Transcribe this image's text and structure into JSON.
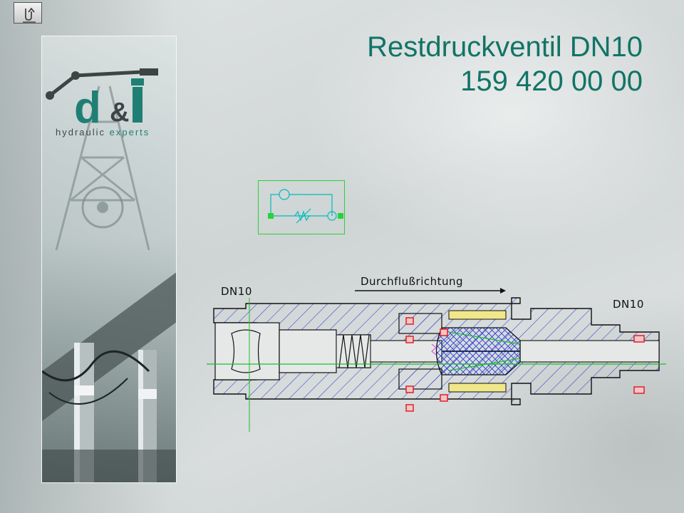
{
  "slide": {
    "title_line1": "Restdruckventil DN10",
    "title_line2": "159 420 00 00"
  },
  "brand": {
    "logo_letters": "d&i",
    "tagline_part1": "hydraulic ",
    "tagline_part2": "experts"
  },
  "drawing": {
    "label_left": "DN10",
    "label_right": "DN10",
    "flow_label": "Durchflußrichtung"
  },
  "colors": {
    "title": "#117466",
    "accent": "#1f7f74",
    "hatch": "#2a3fd0",
    "centerline": "#19c02a",
    "seal": "#e0202a",
    "schematic": "#00c8c8"
  },
  "icons": {
    "home_button": "home-return-icon"
  }
}
